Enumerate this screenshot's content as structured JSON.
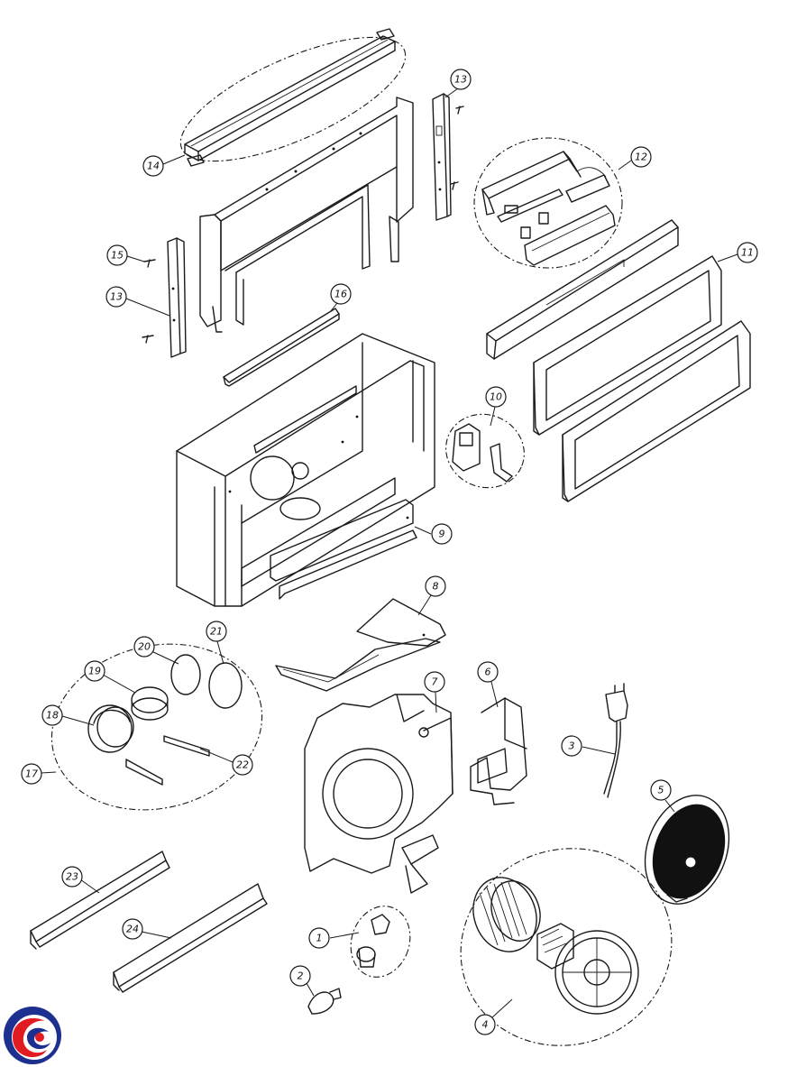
{
  "diagram": {
    "callouts": [
      {
        "id": "c1",
        "label": "1"
      },
      {
        "id": "c2",
        "label": "2"
      },
      {
        "id": "c3",
        "label": "3"
      },
      {
        "id": "c4",
        "label": "4"
      },
      {
        "id": "c5",
        "label": "5"
      },
      {
        "id": "c6",
        "label": "6"
      },
      {
        "id": "c7",
        "label": "7"
      },
      {
        "id": "c8",
        "label": "8"
      },
      {
        "id": "c9",
        "label": "9"
      },
      {
        "id": "c10",
        "label": "10"
      },
      {
        "id": "c11",
        "label": "11"
      },
      {
        "id": "c12",
        "label": "12"
      },
      {
        "id": "c13a",
        "label": "13"
      },
      {
        "id": "c13b",
        "label": "13"
      },
      {
        "id": "c14",
        "label": "14"
      },
      {
        "id": "c15",
        "label": "15"
      },
      {
        "id": "c16",
        "label": "16"
      },
      {
        "id": "c17",
        "label": "17"
      },
      {
        "id": "c18",
        "label": "18"
      },
      {
        "id": "c19",
        "label": "19"
      },
      {
        "id": "c20",
        "label": "20"
      },
      {
        "id": "c21",
        "label": "21"
      },
      {
        "id": "c22",
        "label": "22"
      },
      {
        "id": "c23",
        "label": "23"
      },
      {
        "id": "c24",
        "label": "24"
      }
    ]
  },
  "logo": {
    "colors": {
      "blue": "#1d2f8f",
      "red": "#e01b22"
    }
  }
}
